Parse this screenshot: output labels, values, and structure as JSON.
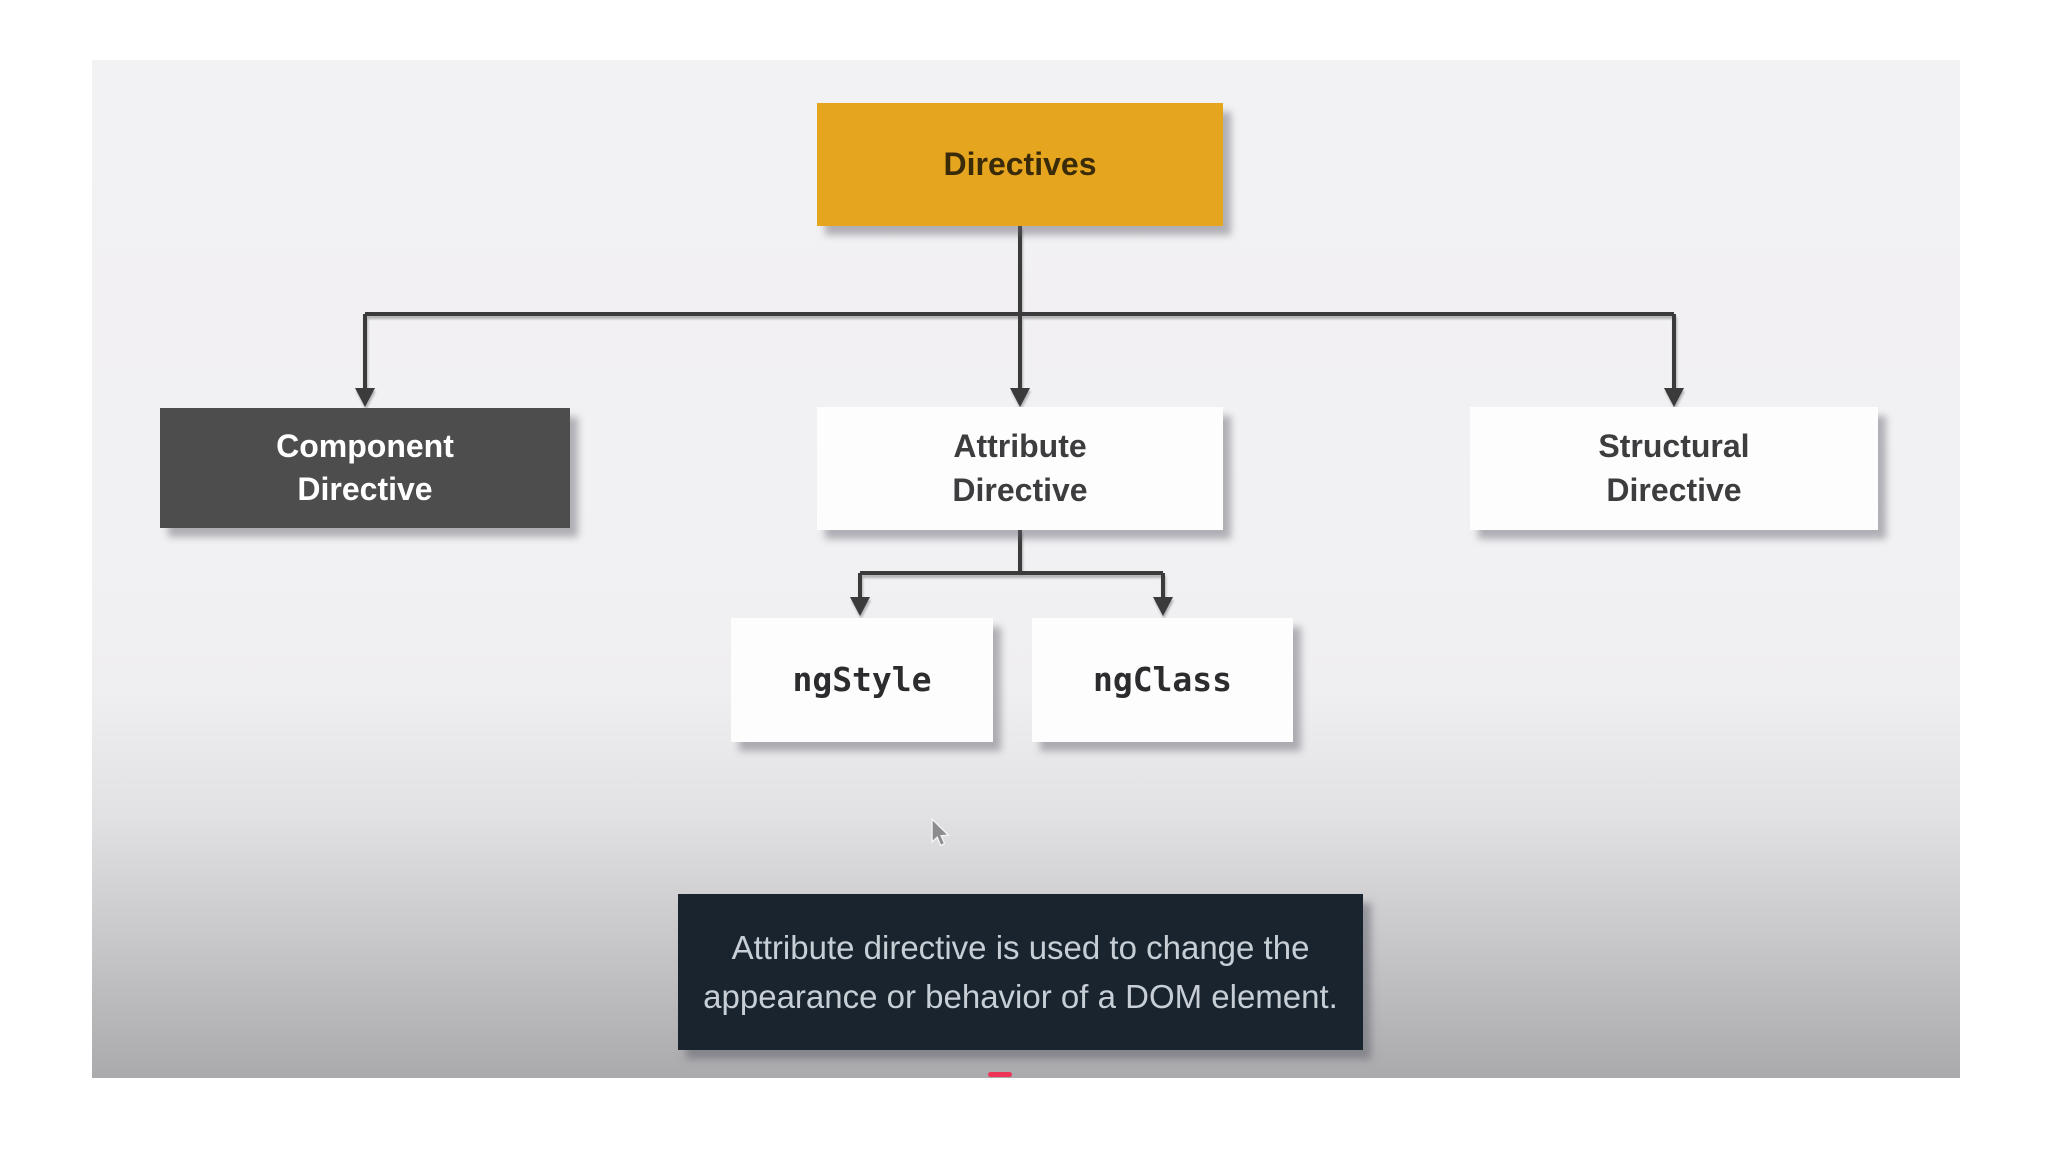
{
  "diagram": {
    "nodes": {
      "directives": {
        "label": "Directives"
      },
      "component": {
        "line1": "Component",
        "line2": "Directive"
      },
      "attribute": {
        "line1": "Attribute",
        "line2": "Directive"
      },
      "structural": {
        "line1": "Structural",
        "line2": "Directive"
      },
      "ngStyle": {
        "label": "ngStyle"
      },
      "ngClass": {
        "label": "ngClass"
      }
    },
    "note": {
      "line1": "Attribute directive is used to change the",
      "line2": "appearance or behavior of a DOM element."
    },
    "colors": {
      "root_box": "#e6a51e",
      "root_text": "#3a2b08",
      "component_box": "#4d4d4d",
      "component_text": "#ffffff",
      "white_box": "#fdfdfe",
      "box_text": "#3d3d3f",
      "connector": "#3b3b3b",
      "note_box": "#19242e",
      "note_text": "#c7ced5",
      "progress_marker": "#ee3558",
      "stage_top": "#f2f1f3",
      "stage_bottom": "#aaa9ac"
    },
    "icons": {
      "cursor": "arrow-pointer-icon"
    }
  }
}
